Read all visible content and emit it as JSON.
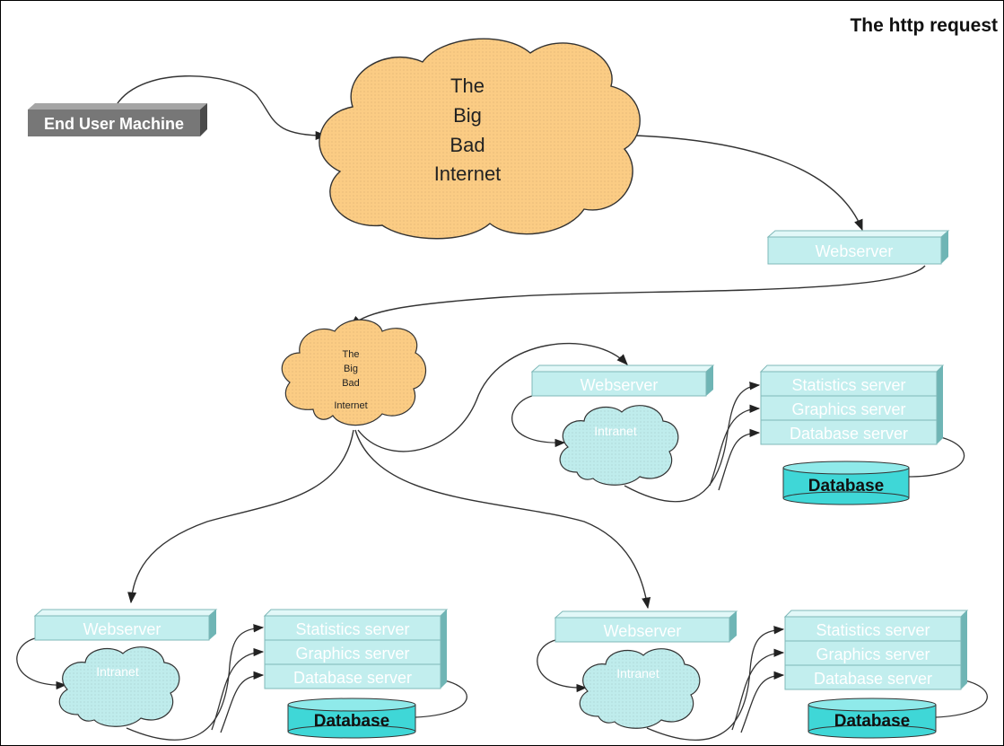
{
  "title": "The http request",
  "nodes": {
    "end_user": "End User Machine",
    "internet_main": [
      "The",
      "Big",
      "Bad",
      "Internet"
    ],
    "webserver_top": "Webserver",
    "internet_small": [
      "The",
      "Big",
      "Bad",
      "Internet"
    ],
    "cluster_right": {
      "webserver": "Webserver",
      "intranet": "Intranet",
      "stats": "Statistics server",
      "graphics": "Graphics server",
      "dbserver": "Database server",
      "database": "Database"
    },
    "cluster_left": {
      "webserver": "Webserver",
      "intranet": "Intranet",
      "stats": "Statistics server",
      "graphics": "Graphics server",
      "dbserver": "Database server",
      "database": "Database"
    },
    "cluster_mid": {
      "webserver": "Webserver",
      "intranet": "Intranet",
      "stats": "Statistics server",
      "graphics": "Graphics server",
      "dbserver": "Database server",
      "database": "Database"
    }
  },
  "colors": {
    "internet_fill": "#fbcc84",
    "intranet_fill": "#bfecec",
    "server_fill": "#c2eeee",
    "server_text": "#ffffff",
    "database_fill": "#3fd7d7",
    "end_user_fill": "#777777"
  }
}
